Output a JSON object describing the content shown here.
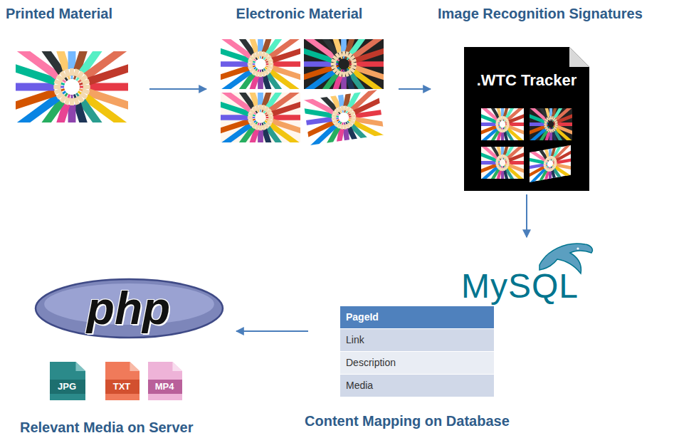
{
  "diagram": {
    "nodes": [
      {
        "text": [
          "Printed Material"
        ]
      },
      {
        "text": [
          "Electronic Material"
        ]
      },
      {
        "text": [
          "Image Recognition Signatures",
          ".WTC Tracker"
        ]
      },
      {
        "text": [
          "MySQL"
        ]
      },
      {
        "text": [
          "PageId",
          "Link",
          "Description",
          "Media"
        ]
      },
      {
        "text": [
          "php"
        ]
      },
      {
        "text": [
          "JPG"
        ]
      },
      {
        "text": [
          "TXT"
        ]
      },
      {
        "text": [
          "MP4"
        ]
      }
    ],
    "edges": [
      {
        "from": 0,
        "to": 1,
        "arrow": "to"
      },
      {
        "from": 1,
        "to": 2,
        "arrow": "to"
      },
      {
        "from": 2,
        "to": 3,
        "arrow": "to"
      },
      {
        "from": 4,
        "to": 5,
        "arrow": "to"
      }
    ],
    "labels": [
      "Content Mapping on Database",
      "Relevant Media on Server"
    ]
  }
}
